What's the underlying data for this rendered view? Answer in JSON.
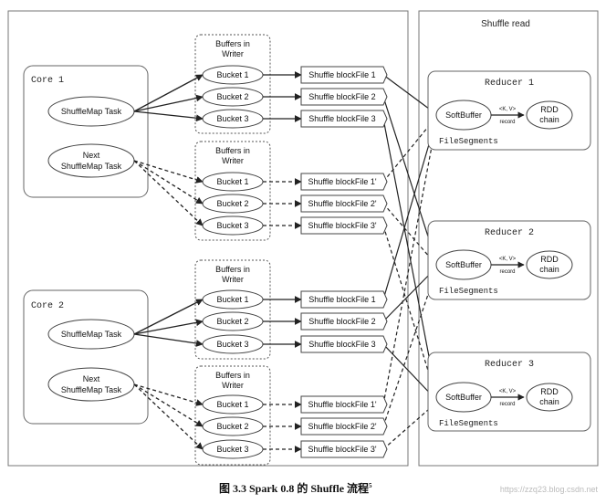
{
  "shuffle_read_label": "Shuffle read",
  "cores": [
    {
      "label": "Core 1",
      "task": "ShuffleMap Task",
      "next_task": [
        "Next",
        "ShuffleMap Task"
      ]
    },
    {
      "label": "Core 2",
      "task": "ShuffleMap Task",
      "next_task": [
        "Next",
        "ShuffleMap Task"
      ]
    }
  ],
  "buffer_groups": [
    {
      "title": [
        "Buffers in",
        "Writer"
      ],
      "buckets": [
        "Bucket 1",
        "Bucket 2",
        "Bucket 3"
      ],
      "files": [
        "Shuffle blockFile 1",
        "Shuffle blockFile 2",
        "Shuffle blockFile 3"
      ],
      "style": "solid"
    },
    {
      "title": [
        "Buffers in",
        "Writer"
      ],
      "buckets": [
        "Bucket 1",
        "Bucket 2",
        "Bucket 3"
      ],
      "files": [
        "Shuffle blockFile 1'",
        "Shuffle blockFile 2'",
        "Shuffle blockFile 3'"
      ],
      "style": "dashed"
    },
    {
      "title": [
        "Buffers in",
        "Writer"
      ],
      "buckets": [
        "Bucket 1",
        "Bucket 2",
        "Bucket 3"
      ],
      "files": [
        "Shuffle blockFile 1",
        "Shuffle blockFile 2",
        "Shuffle blockFile 3"
      ],
      "style": "solid"
    },
    {
      "title": [
        "Buffers in",
        "Writer"
      ],
      "buckets": [
        "Bucket 1",
        "Bucket 2",
        "Bucket 3"
      ],
      "files": [
        "Shuffle blockFile 1'",
        "Shuffle blockFile 2'",
        "Shuffle blockFile 3'"
      ],
      "style": "dashed"
    }
  ],
  "reducers": [
    {
      "label": "Reducer 1",
      "buffer": "SoftBuffer",
      "record_kv": "<K, V>",
      "record": "record",
      "rdd": [
        "RDD",
        "chain"
      ],
      "segments": "FileSegments"
    },
    {
      "label": "Reducer 2",
      "buffer": "SoftBuffer",
      "record_kv": "<K, V>",
      "record": "record",
      "rdd": [
        "RDD",
        "chain"
      ],
      "segments": "FileSegments"
    },
    {
      "label": "Reducer 3",
      "buffer": "SoftBuffer",
      "record_kv": "<K, V>",
      "record": "record",
      "rdd": [
        "RDD",
        "chain"
      ],
      "segments": "FileSegments"
    }
  ],
  "caption": {
    "prefix": "图 3.3 Spark 0.8 的 Shuffle 流程",
    "sup": "5",
    "watermark": "https://zzq23.blog.csdn.net"
  }
}
